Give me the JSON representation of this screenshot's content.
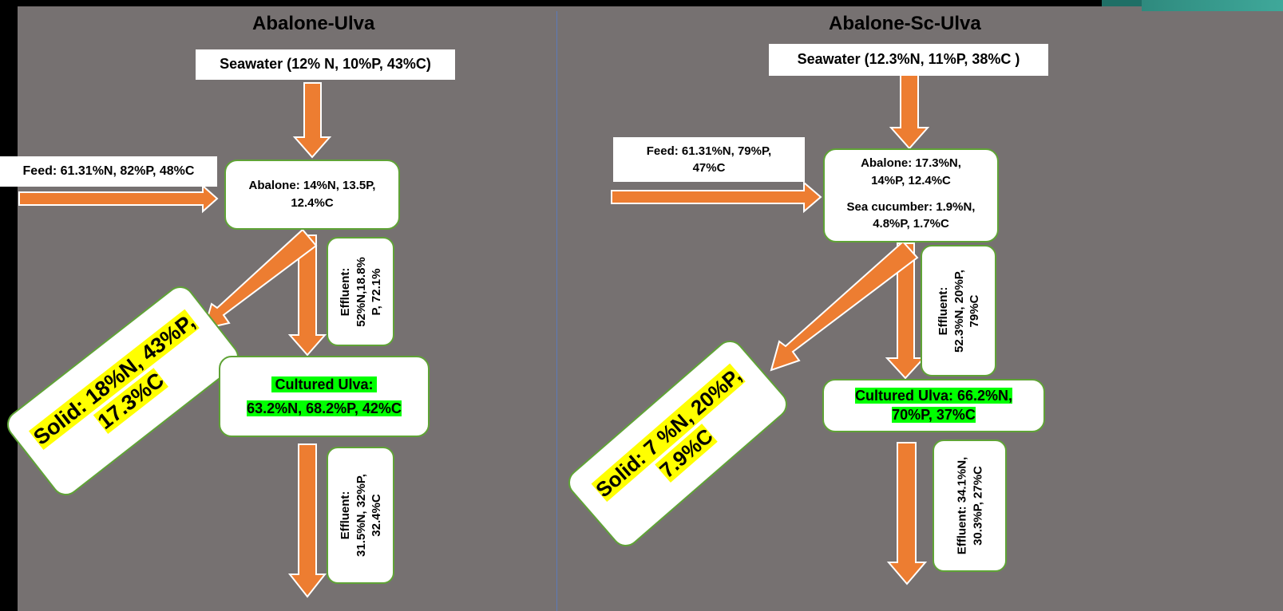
{
  "left": {
    "title": "Abalone-Ulva",
    "seawater": "Seawater (12% N, 10%P, 43%C)",
    "feed": "Feed: 61.31%N, 82%P, 48%C",
    "abalone": [
      "Abalone: 14%N, 13.5P,",
      "12.4%C"
    ],
    "effluent1": [
      "Effluent:",
      "52%N,18.8%",
      "P, 72.1%"
    ],
    "solid": [
      "Solid: 18%N, 43%P,",
      "17.3%C"
    ],
    "ulva": [
      "Cultured Ulva:",
      "63.2%N, 68.2%P, 42%C"
    ],
    "effluent2": [
      "Effluent:",
      "31.5%N, 32%P,",
      "32.4%C"
    ]
  },
  "right": {
    "title": "Abalone-Sc-Ulva",
    "seawater": "Seawater (12.3%N, 11%P, 38%C )",
    "feed": [
      "Feed: 61.31%N, 79%P,",
      "47%C"
    ],
    "abalone": [
      "Abalone: 17.3%N,",
      "14%P, 12.4%C"
    ],
    "sea_cucumber": [
      "Sea cucumber: 1.9%N,",
      "4.8%P, 1.7%C"
    ],
    "effluent1": [
      "Effluent:",
      "52.3%N, 20%P,",
      "79%C"
    ],
    "solid": [
      "Solid: 7 %N, 20%P,",
      "7.9%C"
    ],
    "ulva": [
      "Cultured Ulva: 66.2%N,",
      "70%P, 37%C"
    ],
    "effluent2": [
      "Effluent: 34.1%N,",
      "30.3%P, 27%C"
    ]
  },
  "colors": {
    "arrow": "#ed7d31",
    "arrow_outline": "#ffffff",
    "panel": "#767171",
    "box_border": "#5fa336",
    "highlight_yellow": "#ffff00",
    "highlight_green": "#00ff00"
  }
}
